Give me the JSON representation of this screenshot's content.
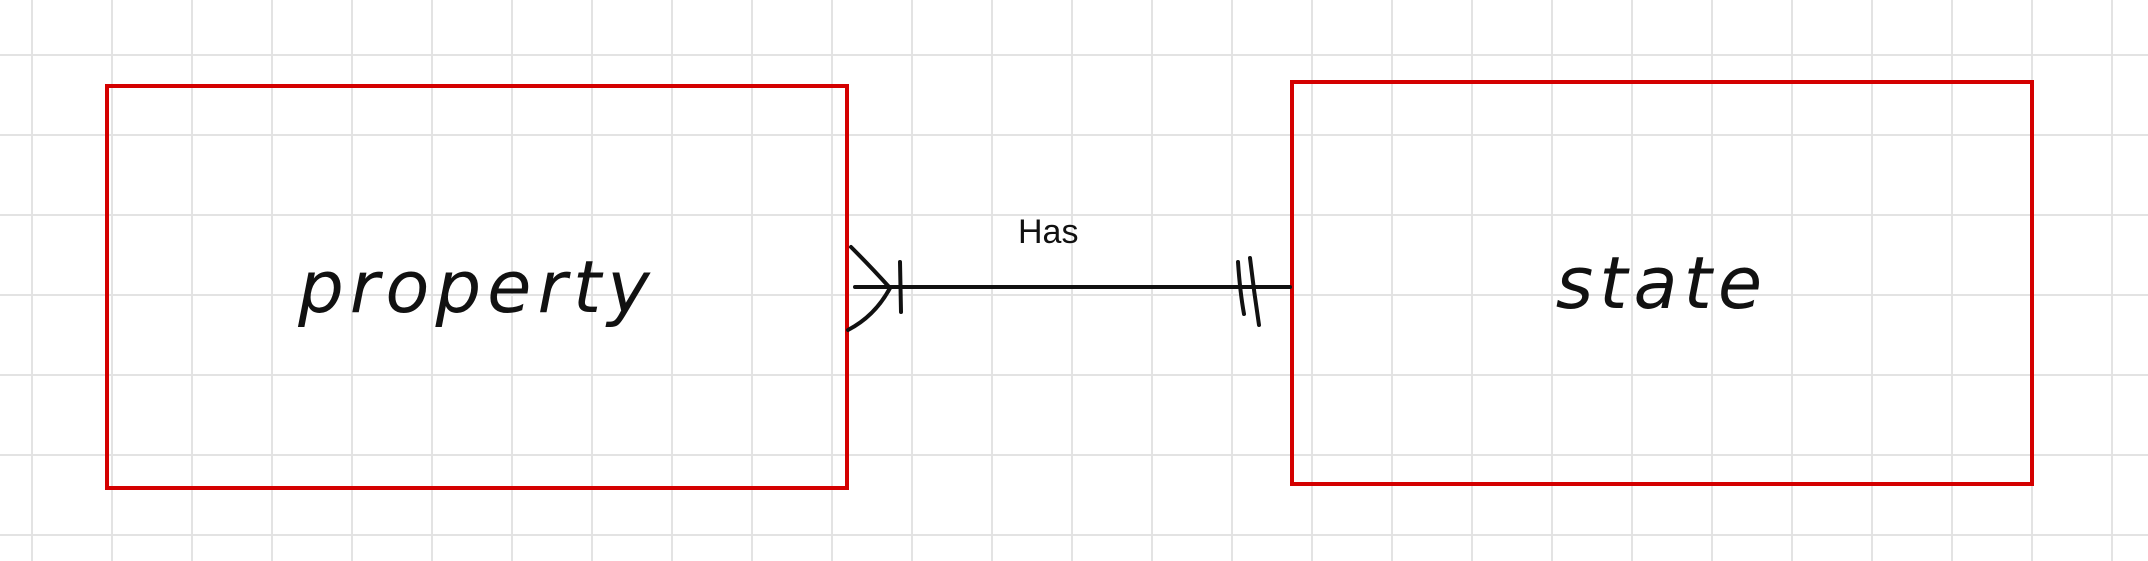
{
  "entities": {
    "left": {
      "name": "property"
    },
    "right": {
      "name": "state"
    }
  },
  "relationship": {
    "label": "Has",
    "left_cardinality": "one-or-many",
    "right_cardinality": "exactly-one"
  },
  "colors": {
    "entity_border": "#d40000",
    "grid_line": "#e3e3e3",
    "line": "#111111",
    "background": "#ffffff"
  }
}
